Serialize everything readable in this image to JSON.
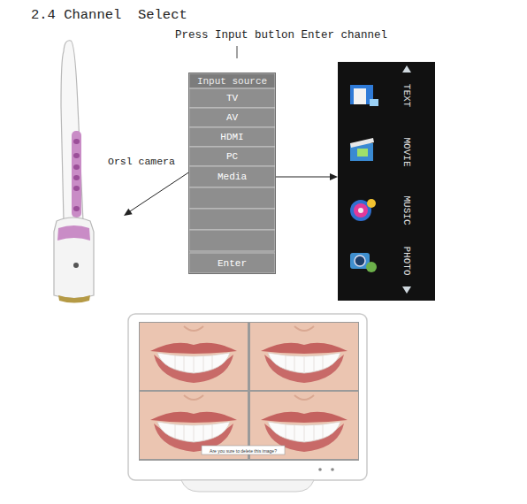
{
  "diagram": {
    "title": "2.4 Channel  Select",
    "nodes": [
      {
        "text": [
          "Input source"
        ]
      },
      {
        "text": [
          "TV"
        ],
        "in": 0
      },
      {
        "text": [
          "AV"
        ],
        "in": 0
      },
      {
        "text": [
          "HDMI"
        ],
        "in": 0
      },
      {
        "text": [
          "PC"
        ],
        "in": 0
      },
      {
        "text": [
          "Media"
        ],
        "in": 0
      },
      {
        "text": [
          "Enter"
        ],
        "in": 0
      },
      {
        "text": [
          "TEXT",
          "MOVIE",
          "MUSIC",
          "PHOTO"
        ]
      }
    ],
    "edges": [
      {
        "from": 0,
        "to": 7,
        "arrow": "to"
      }
    ],
    "labels": [
      "Press Input butlon Enter channel",
      "Orsl camera",
      "Are you sure to delete this image?"
    ]
  }
}
